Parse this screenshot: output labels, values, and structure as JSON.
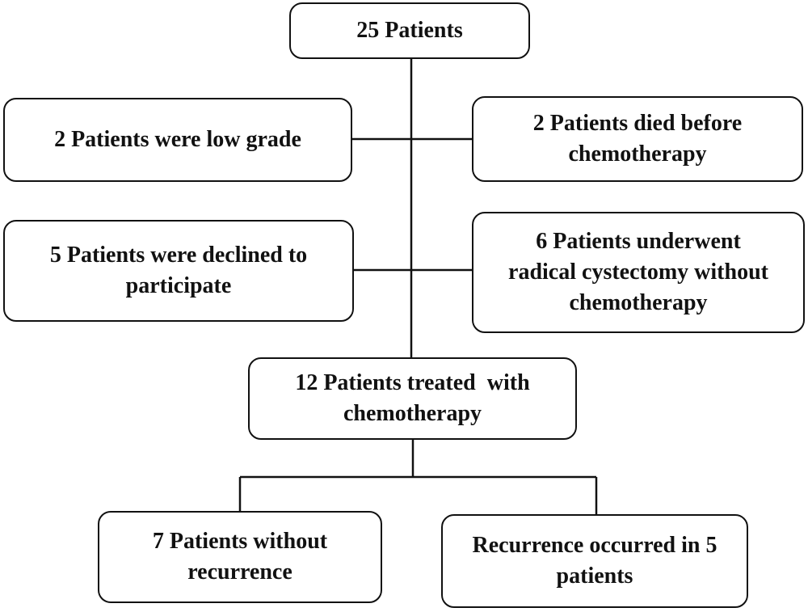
{
  "flowchart": {
    "root": {
      "lines": [
        "25 Patients"
      ]
    },
    "excluded_left": [
      {
        "lines": [
          "2 Patients were low grade"
        ]
      },
      {
        "lines": [
          "5 Patients were declined to",
          "participate"
        ]
      }
    ],
    "excluded_right": [
      {
        "lines": [
          "2 Patients died before",
          "chemotherapy"
        ]
      },
      {
        "lines": [
          "6 Patients underwent",
          "radical cystectomy without",
          "chemotherapy"
        ]
      }
    ],
    "treated": {
      "lines": [
        "12 Patients treated  with",
        "chemotherapy"
      ]
    },
    "outcomes": [
      {
        "lines": [
          "7 Patients without",
          "recurrence"
        ]
      },
      {
        "lines": [
          "Recurrence occurred in 5",
          "patients"
        ]
      }
    ]
  }
}
